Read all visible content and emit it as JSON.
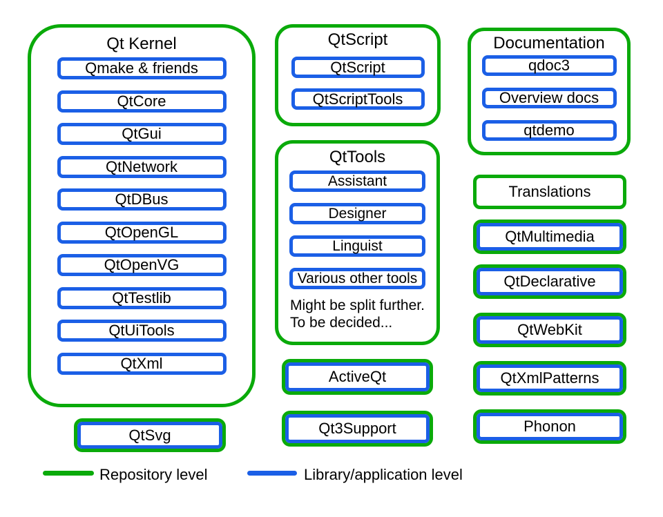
{
  "colors": {
    "repository_green": "#0aaa0a",
    "library_blue": "#1b5fe6",
    "text": "#000000",
    "background": "#ffffff"
  },
  "groups": {
    "kernel": {
      "title": "Qt Kernel",
      "boxes": [
        "Qmake & friends",
        "QtCore",
        "QtGui",
        "QtNetwork",
        "QtDBus",
        "QtOpenGL",
        "QtOpenVG",
        "QtTestlib",
        "QtUiTools",
        "QtXml"
      ]
    },
    "qtscript": {
      "title": "QtScript",
      "boxes": [
        "QtScript",
        "QtScriptTools"
      ]
    },
    "qttools": {
      "title": "QtTools",
      "boxes": [
        "Assistant",
        "Designer",
        "Linguist",
        "Various other tools"
      ],
      "note": [
        "Might be split further.",
        "To be decided..."
      ]
    },
    "documentation": {
      "title": "Documentation",
      "boxes": [
        "qdoc3",
        "Overview docs",
        "qtdemo"
      ]
    }
  },
  "modules": {
    "qtsvg": "QtSvg",
    "activeqt": "ActiveQt",
    "qt3support": "Qt3Support",
    "translations": "Translations",
    "qtmultimedia": "QtMultimedia",
    "qtdeclarative": "QtDeclarative",
    "qtwebkit": "QtWebKit",
    "qtxmlpatterns": "QtXmlPatterns",
    "phonon": "Phonon"
  },
  "legend": {
    "repository": "Repository level",
    "library": "Library/application level"
  }
}
